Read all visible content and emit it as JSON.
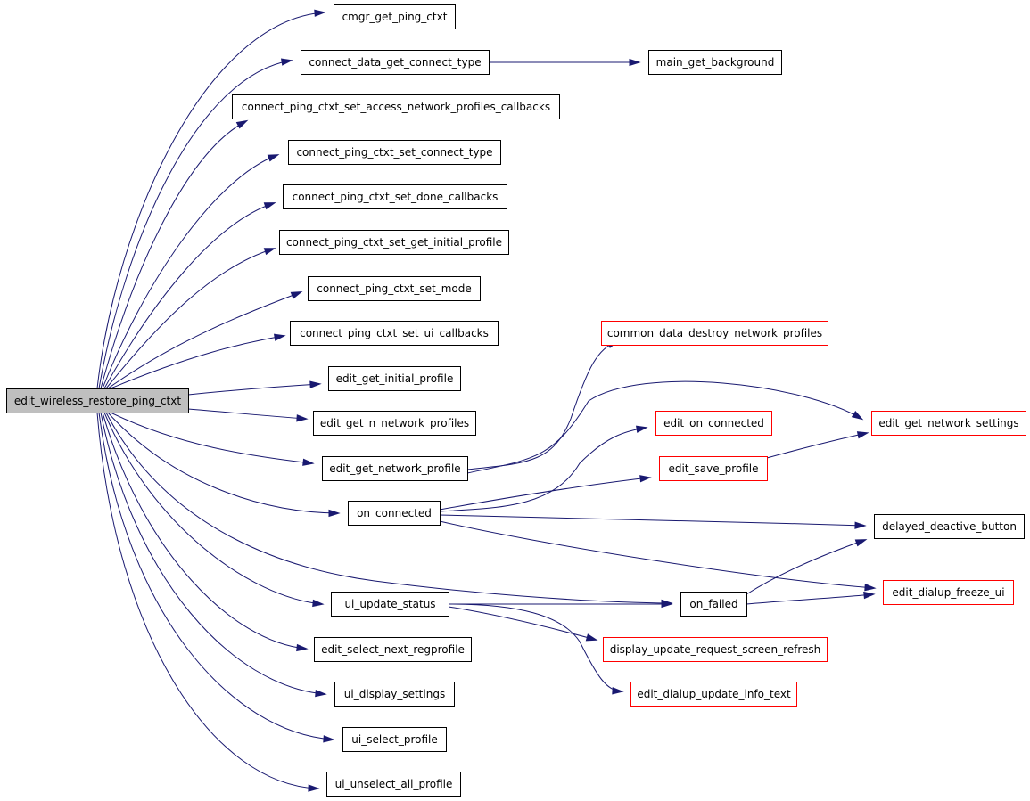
{
  "diagram": {
    "colors": {
      "edge": "#191970",
      "root_fill": "#bfbfbf",
      "border": "#000000",
      "truncated_border": "#ff0000",
      "background": "#ffffff"
    },
    "nodes": [
      {
        "id": "root",
        "label": "edit_wireless_restore_ping_ctxt",
        "style": "root"
      },
      {
        "id": "cmgr",
        "label": "cmgr_get_ping_ctxt",
        "style": "normal"
      },
      {
        "id": "cdgct",
        "label": "connect_data_get_connect_type",
        "style": "normal"
      },
      {
        "id": "mgb",
        "label": "main_get_background",
        "style": "normal"
      },
      {
        "id": "cpcanp",
        "label": "connect_ping_ctxt_set_access_network_profiles_callbacks",
        "style": "normal"
      },
      {
        "id": "cpcct",
        "label": "connect_ping_ctxt_set_connect_type",
        "style": "normal"
      },
      {
        "id": "cpcdc",
        "label": "connect_ping_ctxt_set_done_callbacks",
        "style": "normal"
      },
      {
        "id": "cpcgip",
        "label": "connect_ping_ctxt_set_get_initial_profile",
        "style": "normal"
      },
      {
        "id": "cpcm",
        "label": "connect_ping_ctxt_set_mode",
        "style": "normal"
      },
      {
        "id": "cpcui",
        "label": "connect_ping_ctxt_set_ui_callbacks",
        "style": "normal"
      },
      {
        "id": "cddnp",
        "label": "common_data_destroy_network_profiles",
        "style": "red"
      },
      {
        "id": "egip",
        "label": "edit_get_initial_profile",
        "style": "normal"
      },
      {
        "id": "egnns",
        "label": "edit_get_network_settings",
        "style": "red"
      },
      {
        "id": "egnnp",
        "label": "edit_get_n_network_profiles",
        "style": "normal"
      },
      {
        "id": "eoc",
        "label": "edit_on_connected",
        "style": "red"
      },
      {
        "id": "egnp",
        "label": "edit_get_network_profile",
        "style": "normal"
      },
      {
        "id": "esp",
        "label": "edit_save_profile",
        "style": "red"
      },
      {
        "id": "onc",
        "label": "on_connected",
        "style": "normal"
      },
      {
        "id": "ddb",
        "label": "delayed_deactive_button",
        "style": "normal"
      },
      {
        "id": "edfu",
        "label": "edit_dialup_freeze_ui",
        "style": "red"
      },
      {
        "id": "uus",
        "label": "ui_update_status",
        "style": "normal"
      },
      {
        "id": "onf",
        "label": "on_failed",
        "style": "normal"
      },
      {
        "id": "durs",
        "label": "display_update_request_screen_refresh",
        "style": "red"
      },
      {
        "id": "esnr",
        "label": "edit_select_next_regprofile",
        "style": "normal"
      },
      {
        "id": "eduit",
        "label": "edit_dialup_update_info_text",
        "style": "red"
      },
      {
        "id": "uds",
        "label": "ui_display_settings",
        "style": "normal"
      },
      {
        "id": "usp",
        "label": "ui_select_profile",
        "style": "normal"
      },
      {
        "id": "uuap",
        "label": "ui_unselect_all_profile",
        "style": "normal"
      }
    ],
    "edges": [
      {
        "from": "root",
        "to": "cmgr"
      },
      {
        "from": "root",
        "to": "cdgct"
      },
      {
        "from": "root",
        "to": "cpcanp"
      },
      {
        "from": "root",
        "to": "cpcct"
      },
      {
        "from": "root",
        "to": "cpcdc"
      },
      {
        "from": "root",
        "to": "cpcgip"
      },
      {
        "from": "root",
        "to": "cpcm"
      },
      {
        "from": "root",
        "to": "cpcui"
      },
      {
        "from": "root",
        "to": "egip"
      },
      {
        "from": "root",
        "to": "egnnp"
      },
      {
        "from": "root",
        "to": "egnp"
      },
      {
        "from": "root",
        "to": "onc"
      },
      {
        "from": "root",
        "to": "onf"
      },
      {
        "from": "root",
        "to": "uus"
      },
      {
        "from": "root",
        "to": "esnr"
      },
      {
        "from": "root",
        "to": "uds"
      },
      {
        "from": "root",
        "to": "usp"
      },
      {
        "from": "root",
        "to": "uuap"
      },
      {
        "from": "cdgct",
        "to": "mgb"
      },
      {
        "from": "egnp",
        "to": "cddnp"
      },
      {
        "from": "egnp",
        "to": "egnns"
      },
      {
        "from": "onc",
        "to": "eoc"
      },
      {
        "from": "onc",
        "to": "esp"
      },
      {
        "from": "onc",
        "to": "ddb"
      },
      {
        "from": "onc",
        "to": "edfu"
      },
      {
        "from": "esp",
        "to": "egnns"
      },
      {
        "from": "uus",
        "to": "onf"
      },
      {
        "from": "uus",
        "to": "durs"
      },
      {
        "from": "uus",
        "to": "eduit"
      },
      {
        "from": "onf",
        "to": "ddb"
      },
      {
        "from": "onf",
        "to": "edfu"
      }
    ]
  }
}
